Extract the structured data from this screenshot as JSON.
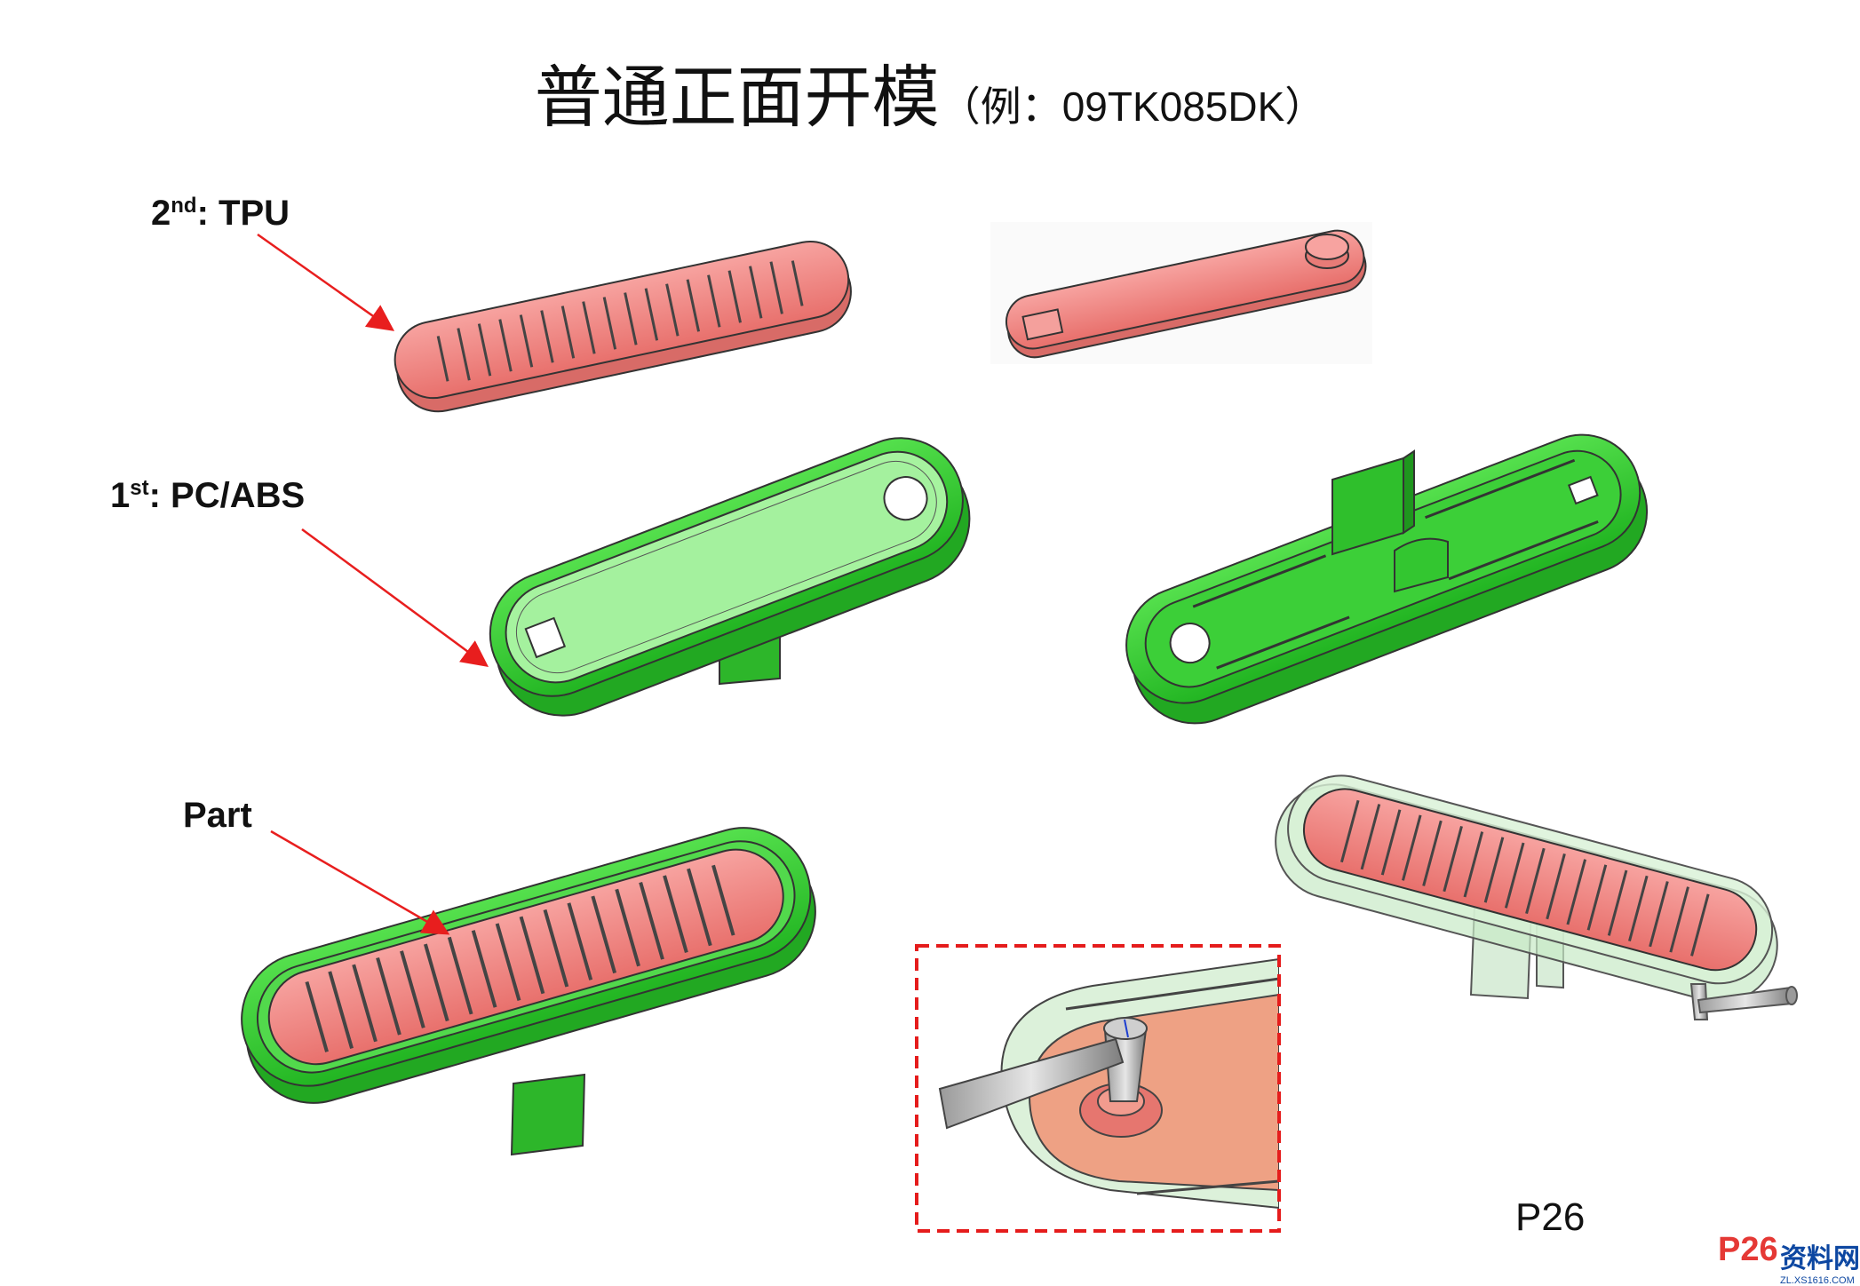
{
  "title": {
    "main": "普通正面开模",
    "sub": "（例：09TK085DK）"
  },
  "labels": {
    "second": {
      "num": "2",
      "sup": "nd",
      "text": ": TPU"
    },
    "first": {
      "num": "1",
      "sup": "st",
      "text": ": PC/ABS"
    },
    "part": "Part"
  },
  "page_number": "P26",
  "watermark": {
    "page": "P26",
    "site": "资料网",
    "url": "ZL.XS1616.COM"
  },
  "colors": {
    "tpu": "#f08884",
    "pc_abs": "#3dd63a",
    "arrow": "#e81e1e",
    "detail_box": "#e51c1c"
  }
}
